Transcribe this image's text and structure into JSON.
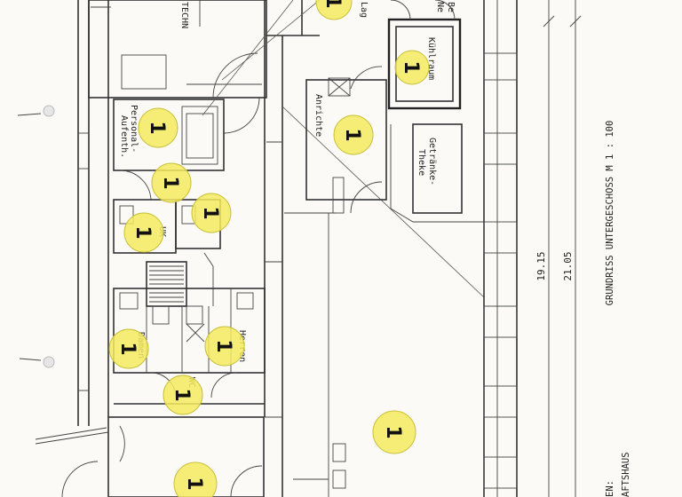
{
  "plan": {
    "title": "GRUNDRISS UNTERGESCHOSS  M 1 : 100",
    "dim_inner": "19.15",
    "dim_outer": "21.05",
    "footer_1": "EN:",
    "footer_2": "AFTSHAUS"
  },
  "rooms": {
    "technik": "TECHN",
    "lager": "Lag",
    "be": "Be",
    "ne": "Ne",
    "kuehlraum": "Kühlraum",
    "anrichte": "Anrichte",
    "personal_1": "Personal-",
    "personal_2": "Aufenth.",
    "getraenke_1": "Getränke-",
    "getraenke_2": "Theke",
    "uk": "UK",
    "damen": "Damen",
    "herren": "Herren",
    "wc": "WC"
  },
  "markers": {
    "m1": "1",
    "m2": "1",
    "m3": "1",
    "m4": "1",
    "m5": "1",
    "m6": "1",
    "m7": "1",
    "m8": "1",
    "m9": "1",
    "m10": "1",
    "m11": "1",
    "m12": "1"
  }
}
